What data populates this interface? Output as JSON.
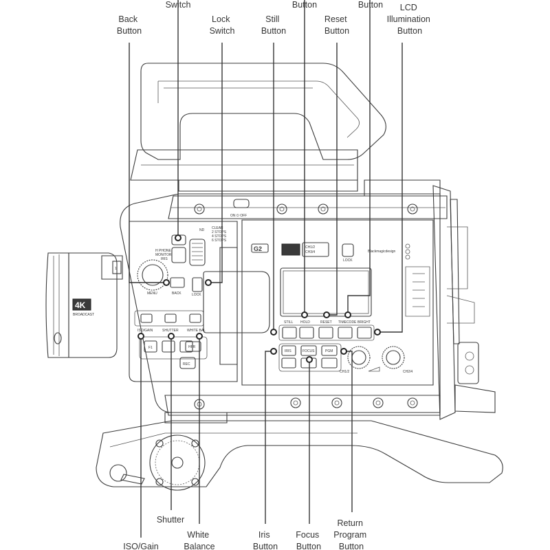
{
  "callouts": {
    "back": [
      "Back",
      "Button"
    ],
    "switch_top": [
      "Switch"
    ],
    "lock": [
      "Lock",
      "Switch"
    ],
    "still": [
      "Still",
      "Button"
    ],
    "hold_top": [
      "Button"
    ],
    "reset": [
      "Reset",
      "Button"
    ],
    "timecode_top": [
      "Button"
    ],
    "lcd": [
      "LCD",
      "Illumination",
      "Button"
    ],
    "shutter": [
      "Shutter"
    ],
    "iso": [
      "ISO/Gain"
    ],
    "white_bal": [
      "White",
      "Balance"
    ],
    "iris": [
      "Iris",
      "Button"
    ],
    "focus": [
      "Focus",
      "Button"
    ],
    "return_pgm": [
      "Return",
      "Program",
      "Button"
    ]
  },
  "camera": {
    "badge_4k": "4K",
    "badge_broadcast": "BROADCAST",
    "g2": "G2",
    "brand": "Blackmagicdesign",
    "power": "ON  ⏻  OFF",
    "ch12": "CH1/2",
    "ch34": "CH3/4",
    "lock_btn": "LOCK",
    "hp_lines": [
      "H PHONE",
      "MONITOR",
      "IRIS"
    ],
    "menu": "MENU",
    "back": "BACK",
    "lock_small": "LOCK",
    "nd_lines": [
      "CLEAR",
      "2 STOPS",
      "4 STOPS",
      "6 STOPS"
    ],
    "nd": "ND",
    "panel_labels": [
      "STILL",
      "HOLD",
      "RESET",
      "TIMECODE",
      "BRIGHT"
    ],
    "iso_gain": "ISO/GAIN",
    "shutter": "SHUTTER",
    "white_bal": "WHITE BAL",
    "f1": "F1",
    "hfr": "HFR",
    "rec": "REC",
    "iris": "IRIS",
    "focus": "FOCUS",
    "pgm": "PGM",
    "ch1_2": "CH1/2",
    "ch2_4": "CH2/4",
    "lens_mark": "1"
  }
}
